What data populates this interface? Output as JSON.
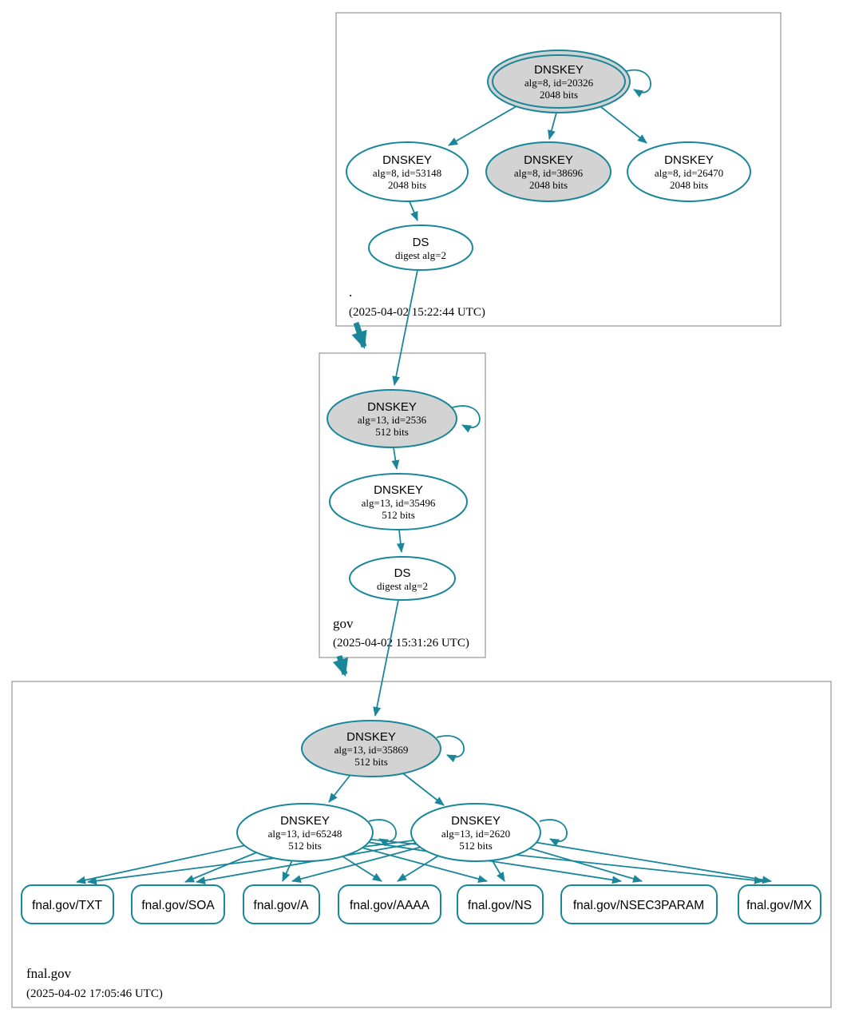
{
  "colors": {
    "edge_teal": "#1a869a",
    "ksk_fill": "#d3d3d3",
    "node_fill": "#ffffff",
    "box_border": "#808080",
    "text": "#000000"
  },
  "zones": {
    "root": {
      "label": ".",
      "timestamp": "(2025-04-02 15:22:44 UTC)",
      "ksk": {
        "title": "DNSKEY",
        "detail": "alg=8, id=20326",
        "bits": "2048 bits"
      },
      "zsk1": {
        "title": "DNSKEY",
        "detail": "alg=8, id=53148",
        "bits": "2048 bits"
      },
      "zsk2": {
        "title": "DNSKEY",
        "detail": "alg=8, id=38696",
        "bits": "2048 bits"
      },
      "zsk3": {
        "title": "DNSKEY",
        "detail": "alg=8, id=26470",
        "bits": "2048 bits"
      },
      "ds": {
        "title": "DS",
        "detail": "digest alg=2"
      }
    },
    "gov": {
      "label": "gov",
      "timestamp": "(2025-04-02 15:31:26 UTC)",
      "ksk": {
        "title": "DNSKEY",
        "detail": "alg=13, id=2536",
        "bits": "512 bits"
      },
      "zsk": {
        "title": "DNSKEY",
        "detail": "alg=13, id=35496",
        "bits": "512 bits"
      },
      "ds": {
        "title": "DS",
        "detail": "digest alg=2"
      }
    },
    "fnal": {
      "label": "fnal.gov",
      "timestamp": "(2025-04-02 17:05:46 UTC)",
      "ksk": {
        "title": "DNSKEY",
        "detail": "alg=13, id=35869",
        "bits": "512 bits"
      },
      "zsk1": {
        "title": "DNSKEY",
        "detail": "alg=13, id=65248",
        "bits": "512 bits"
      },
      "zsk2": {
        "title": "DNSKEY",
        "detail": "alg=13, id=2620",
        "bits": "512 bits"
      },
      "rrsets": [
        "fnal.gov/TXT",
        "fnal.gov/SOA",
        "fnal.gov/A",
        "fnal.gov/AAAA",
        "fnal.gov/NS",
        "fnal.gov/NSEC3PARAM",
        "fnal.gov/MX"
      ]
    }
  }
}
